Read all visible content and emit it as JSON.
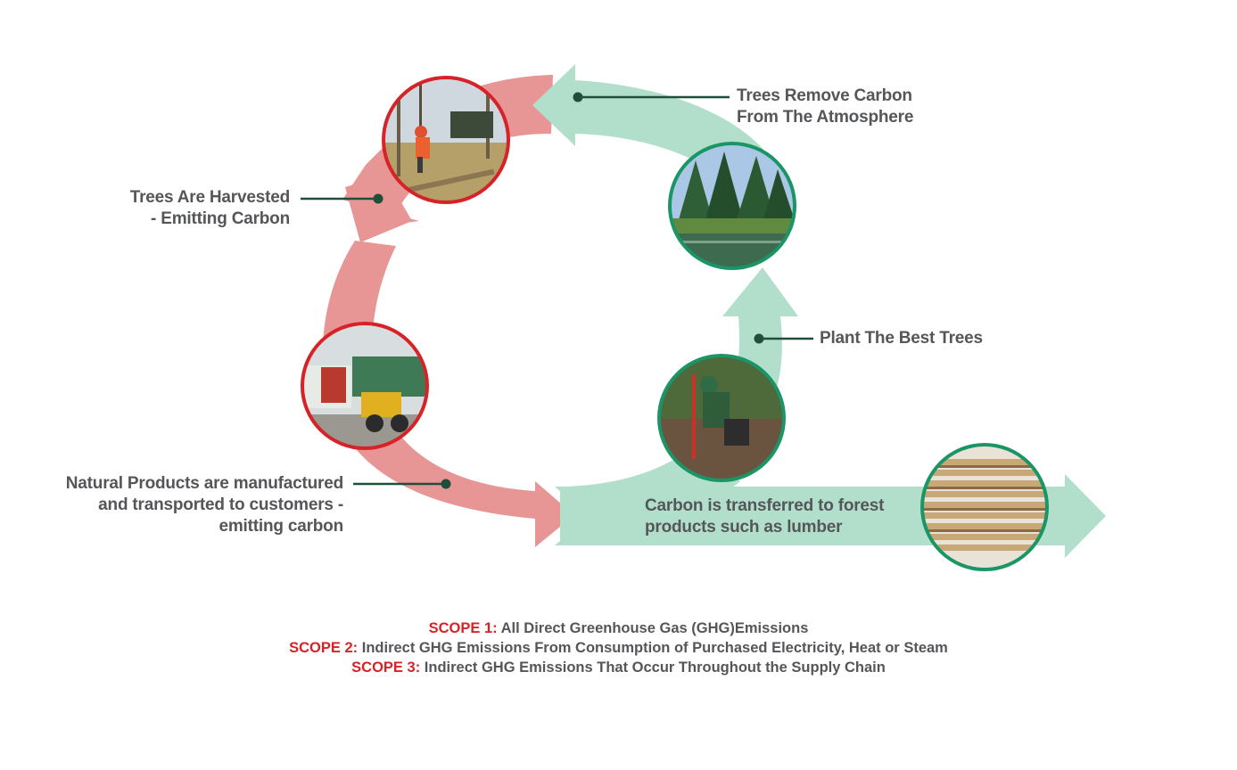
{
  "colors": {
    "red_fill": "#e89595",
    "red_ring": "#d62328",
    "green_fill": "#b2dfcb",
    "green_ring": "#1a9566",
    "connector": "#1f4f3b",
    "text": "#55565a"
  },
  "labels": {
    "trees_remove": "Trees Remove Carbon\nFrom The Atmosphere",
    "trees_harvested": "Trees Are Harvested\n- Emitting Carbon",
    "plant_trees": "Plant The Best Trees",
    "natural_products": "Natural Products are manufactured\nand transported to customers -\nemitting carbon",
    "carbon_transferred": "Carbon is transferred to forest\nproducts such as lumber"
  },
  "photos": {
    "harvest": "forestry-worker-and-harvester-photo",
    "forest": "lakeside-forest-photo",
    "mill": "lumber-mill-loader-photo",
    "planting": "tree-planter-photo",
    "lumber": "stacked-lumber-photo"
  },
  "scopes": [
    {
      "key": "SCOPE 1:",
      "text": " All Direct Greenhouse Gas (GHG)Emissions"
    },
    {
      "key": "SCOPE 2:",
      "text": " Indirect GHG Emissions From Consumption of Purchased Electricity, Heat or Steam"
    },
    {
      "key": "SCOPE 3:",
      "text": " Indirect GHG Emissions That Occur Throughout the Supply Chain"
    }
  ]
}
